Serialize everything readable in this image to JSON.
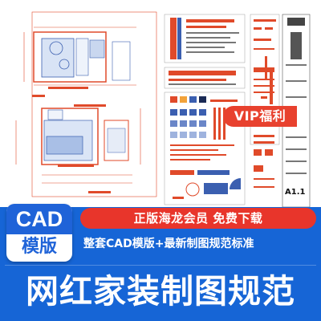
{
  "badge": {
    "vip_label": "VIP福利"
  },
  "sheet": {
    "drawing_number": "A1.1"
  },
  "banner": {
    "cad_label": "CAD",
    "template_label": "模版",
    "offer_label": "正版海龙会员 免费下载",
    "subtitle": "整套CAD模版+最新制图规范标准",
    "main_title": "网红家装制图规范"
  },
  "colors": {
    "brand_blue": "#1665d6",
    "accent_red": "#e8352b",
    "drawing_red": "#e0401f",
    "drawing_blue": "#3b5fb0"
  }
}
